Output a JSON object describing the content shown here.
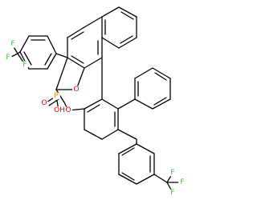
{
  "molecule": {
    "atom_labels": {
      "o_ring_left": "O",
      "o_ring_right": "O",
      "p_center": "P",
      "o_double": "O",
      "oh_group": "OH",
      "f_top_1": "F",
      "f_top_2": "F",
      "f_top_3": "F",
      "f_bottom_1": "F",
      "f_bottom_2": "F",
      "f_bottom_3": "F"
    },
    "colors": {
      "bond": "#000000",
      "oxygen": "#ff0000",
      "phosphorus": "#ff8000",
      "fluorine": "#33cc33",
      "background": "#ffffff"
    }
  }
}
